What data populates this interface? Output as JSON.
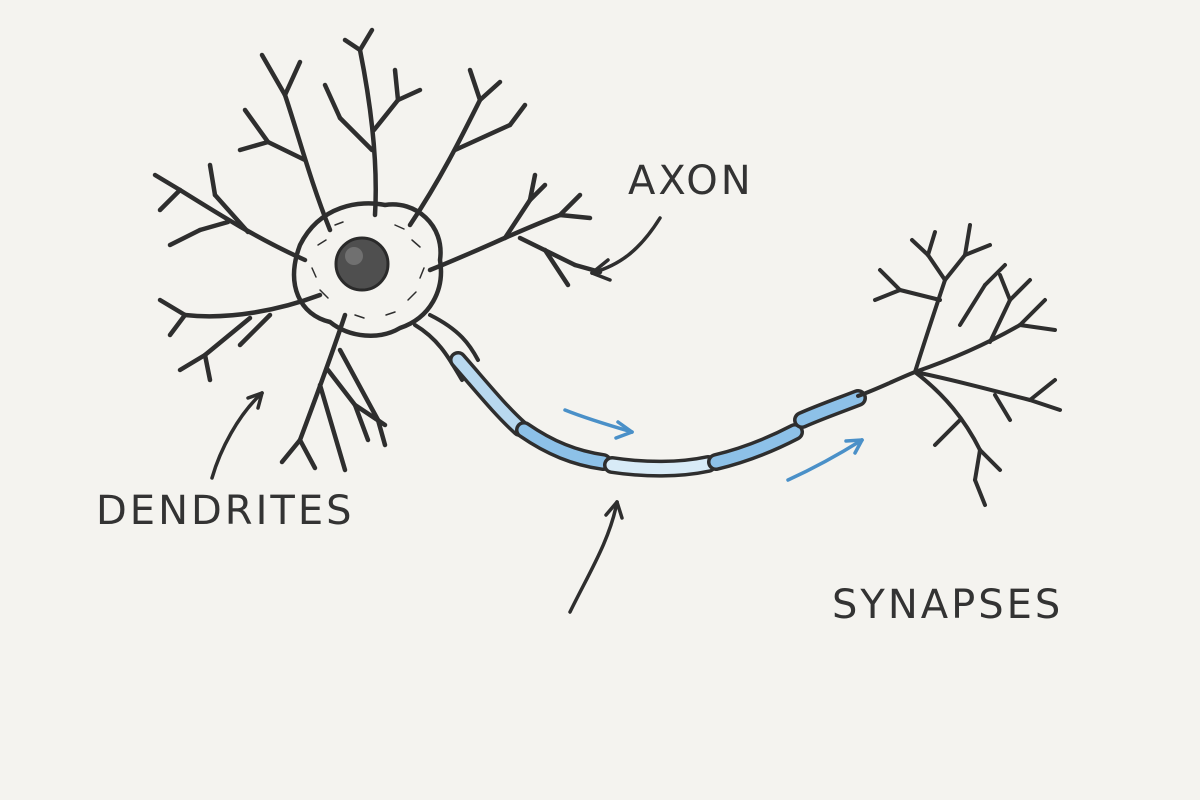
{
  "labels": {
    "axon": "AXON",
    "dendrites": "DENDRITES",
    "synapses": "SYNAPSES"
  },
  "colors": {
    "background": "#f4f3ef",
    "ink": "#2e2e2e",
    "myelin": "#6aaee0",
    "signal_arrow": "#4a90c8"
  }
}
